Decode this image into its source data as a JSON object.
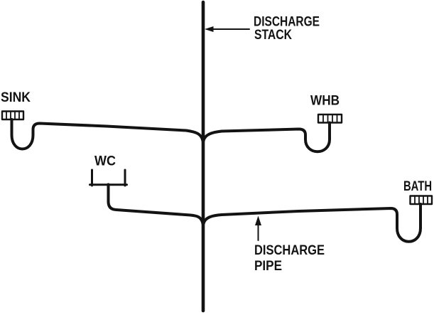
{
  "diagram": {
    "background_color": "#ffffff",
    "ink_color": "#131313",
    "fixture_labels": {
      "sink": "SINK",
      "whb": "WHB",
      "wc": "WC",
      "bath": "BATH"
    },
    "annotations": {
      "stack": {
        "line1": "DISCHARGE",
        "line2": "STACK"
      },
      "pipe": {
        "line1": "DISCHARGE",
        "line2": "PIPE"
      }
    }
  }
}
